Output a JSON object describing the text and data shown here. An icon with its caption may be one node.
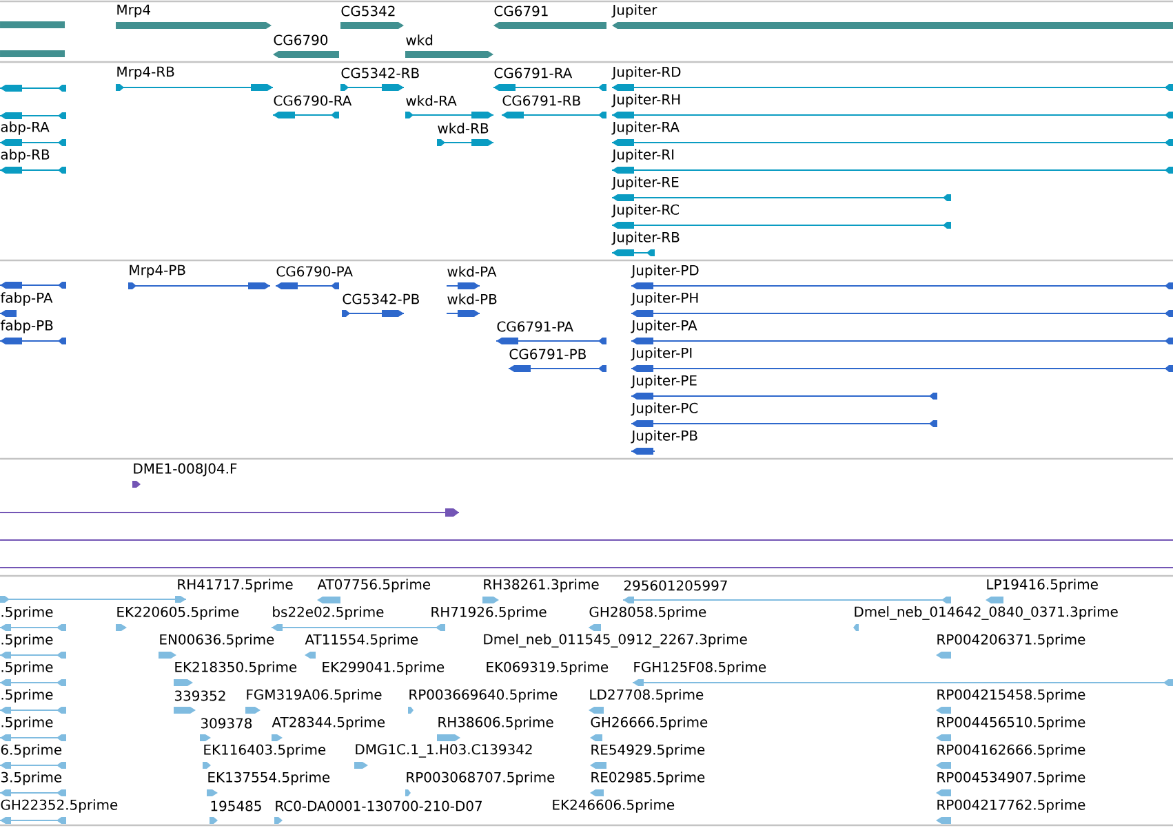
{
  "diagram": {
    "labels": [
      "Mrp4",
      "CG5342",
      "CG6791",
      "Jupiter",
      "CG6790",
      "wkd",
      "Mrp4-RB",
      "CG5342-RB",
      "CG6791-RA",
      "Jupiter-RD",
      "CG6790-RA",
      "wkd-RA",
      "CG6791-RB",
      "Jupiter-RH",
      "abp-RA",
      "wkd-RB",
      "Jupiter-RA",
      "abp-RB",
      "Jupiter-RI",
      "Jupiter-RE",
      "Jupiter-RC",
      "Jupiter-RB",
      "Mrp4-PB",
      "CG6790-PA",
      "wkd-PA",
      "Jupiter-PD",
      "fabp-PA",
      "CG5342-PB",
      "wkd-PB",
      "Jupiter-PH",
      "fabp-PB",
      "CG6791-PA",
      "Jupiter-PA",
      "CG6791-PB",
      "Jupiter-PI",
      "Jupiter-PE",
      "Jupiter-PC",
      "Jupiter-PB",
      "DME1-008J04.F",
      "RH41717.5prime",
      "AT07756.5prime",
      "RH38261.3prime",
      "295601205997",
      "LP19416.5prime",
      ".5prime",
      "EK220605.5prime",
      "bs22e02.5prime",
      "RH71926.5prime",
      "GH28058.5prime",
      "Dmel_neb_014642_0840_0371.3prime",
      ".5prime",
      "EN00636.5prime",
      "AT11554.5prime",
      "Dmel_neb_011545_0912_2267.3prime",
      "RP004206371.5prime",
      ".5prime",
      "EK218350.5prime",
      "EK299041.5prime",
      "EK069319.5prime",
      "FGH125F08.5prime",
      ".5prime",
      "339352",
      "FGM319A06.5prime",
      "RP003669640.5prime",
      "LD27708.5prime",
      "RP004215458.5prime",
      ".5prime",
      "309378",
      "AT28344.5prime",
      "RH38606.5prime",
      "GH26666.5prime",
      "RP004456510.5prime",
      "6.5prime",
      "EK116403.5prime",
      "DMG1C.1_1.H03.C139342",
      "RE54929.5prime",
      "RP004162666.5prime",
      "3.5prime",
      "EK137554.5prime",
      "RP003068707.5prime",
      "RE02985.5prime",
      "RP004534907.5prime",
      "GH22352.5prime",
      "195485",
      "RC0-DA0001-130700-210-D07",
      "EK246606.5prime",
      "RP004217762.5prime"
    ]
  }
}
